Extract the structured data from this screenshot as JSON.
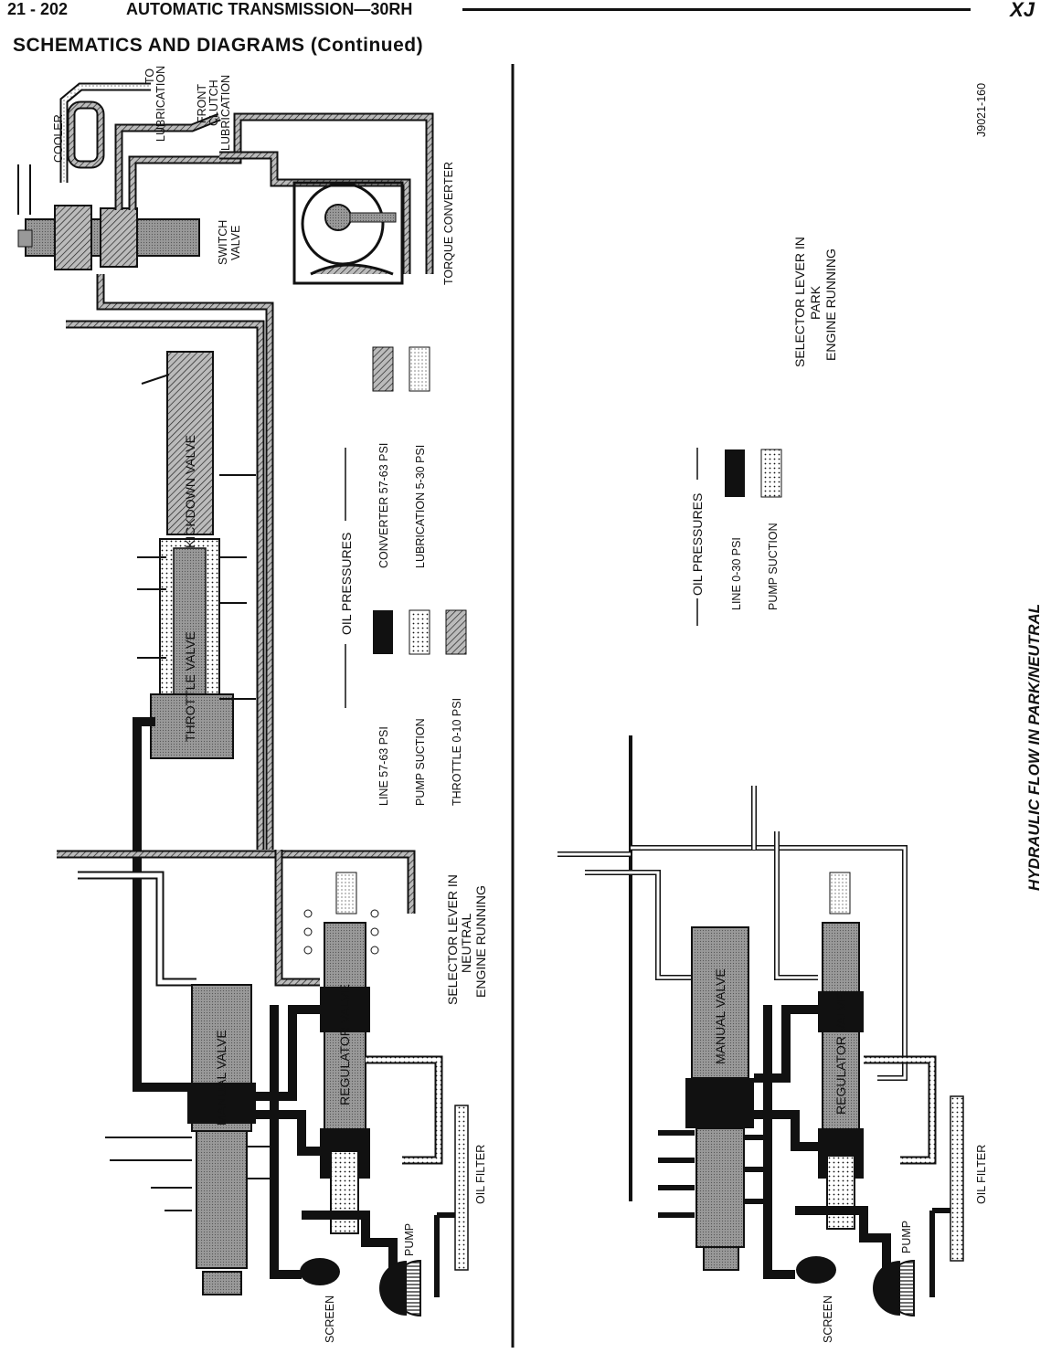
{
  "header": {
    "page_number": "21 - 202",
    "title": "AUTOMATIC TRANSMISSION—30RH",
    "model_code": "XJ"
  },
  "section_title": "SCHEMATICS AND DIAGRAMS (Continued)",
  "figure_id": "J9021-160",
  "figure_caption": "HYDRAULIC FLOW IN PARK/NEUTRAL",
  "left_diagram": {
    "top_labels": {
      "cooler": "COOLER",
      "to": "TO",
      "lubrication": "LUBRICATION",
      "front": "FRONT",
      "clutch": "CLUTCH",
      "lubrication2": "LUBRICATION",
      "switch": "SWITCH",
      "valve": "VALVE",
      "torque_converter": "TORQUE CONVERTER"
    },
    "valves": {
      "kickdown": "KICKDOWN VALVE",
      "throttle": "THROTTLE VALVE",
      "manual": "MANUAL VALVE",
      "regulator": "REGULATOR VALVE"
    },
    "legend": {
      "heading": "OIL PRESSURES",
      "items": [
        {
          "label": "LINE 57-63 PSI",
          "pattern": "solid"
        },
        {
          "label": "PUMP SUCTION",
          "pattern": "dots"
        },
        {
          "label": "THROTTLE 0-10 PSI",
          "pattern": "hatch"
        },
        {
          "label": "CONVERTER 57-63 PSI",
          "pattern": "hatch"
        },
        {
          "label": "LUBRICATION 5-30 PSI",
          "pattern": "fine-dots"
        }
      ]
    },
    "selector": [
      "SELECTOR LEVER IN",
      "NEUTRAL",
      "ENGINE RUNNING"
    ],
    "bottom_labels": {
      "screen": "SCREEN",
      "pump": "PUMP",
      "oil_filter": "OIL FILTER"
    }
  },
  "right_diagram": {
    "selector": [
      "SELECTOR LEVER IN",
      "PARK",
      "ENGINE RUNNING"
    ],
    "legend": {
      "heading": "OIL PRESSURES",
      "items": [
        {
          "label": "LINE 0-30 PSI",
          "pattern": "solid"
        },
        {
          "label": "PUMP SUCTION",
          "pattern": "dots"
        }
      ]
    },
    "valves": {
      "manual": "MANUAL VALVE",
      "regulator": "REGULATOR VALVE"
    },
    "bottom_labels": {
      "screen": "SCREEN",
      "pump": "PUMP",
      "oil_filter": "OIL FILTER"
    }
  }
}
